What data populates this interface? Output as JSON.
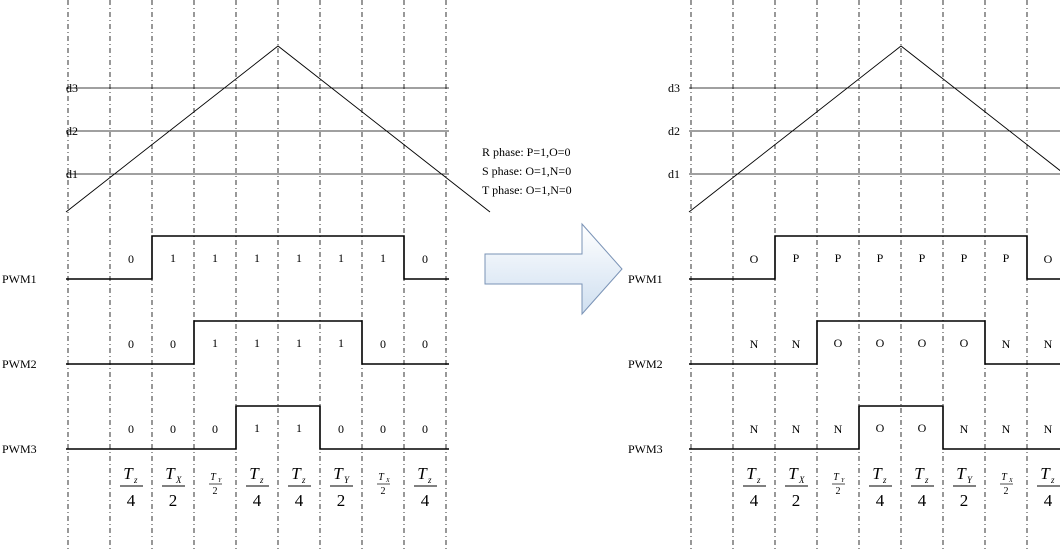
{
  "levels": [
    "d3",
    "d2",
    "d1"
  ],
  "signals": [
    "PWM1",
    "PWM2",
    "PWM3"
  ],
  "phase_note": [
    "R phase: P=1,O=0",
    "S phase: O=1,N=0",
    "T phase: O=1,N=0"
  ],
  "left_states": [
    [
      "0",
      "1",
      "1",
      "1",
      "1",
      "1",
      "1",
      "0"
    ],
    [
      "0",
      "0",
      "1",
      "1",
      "1",
      "1",
      "0",
      "0"
    ],
    [
      "0",
      "0",
      "0",
      "1",
      "1",
      "0",
      "0",
      "0"
    ]
  ],
  "right_states": [
    [
      "O",
      "P",
      "P",
      "P",
      "P",
      "P",
      "P",
      "O"
    ],
    [
      "N",
      "N",
      "O",
      "O",
      "O",
      "O",
      "N",
      "N"
    ],
    [
      "N",
      "N",
      "N",
      "O",
      "O",
      "N",
      "N",
      "N"
    ]
  ],
  "intervals": [
    {
      "num": "T",
      "sub": "z",
      "den": "4"
    },
    {
      "num": "T",
      "sub": "X",
      "den": "2"
    },
    {
      "num": "T",
      "sub": "Y",
      "den": "2"
    },
    {
      "num": "T",
      "sub": "z",
      "den": "4"
    },
    {
      "num": "T",
      "sub": "z",
      "den": "4"
    },
    {
      "num": "T",
      "sub": "Y",
      "den": "2"
    },
    {
      "num": "T",
      "sub": "X",
      "den": "2"
    },
    {
      "num": "T",
      "sub": "z",
      "den": "4"
    }
  ],
  "colors": {
    "ink": "#000000",
    "arrow_fill_top": "#ffffff",
    "arrow_fill_bottom": "#cfdff0",
    "arrow_stroke": "#7a93b6"
  }
}
